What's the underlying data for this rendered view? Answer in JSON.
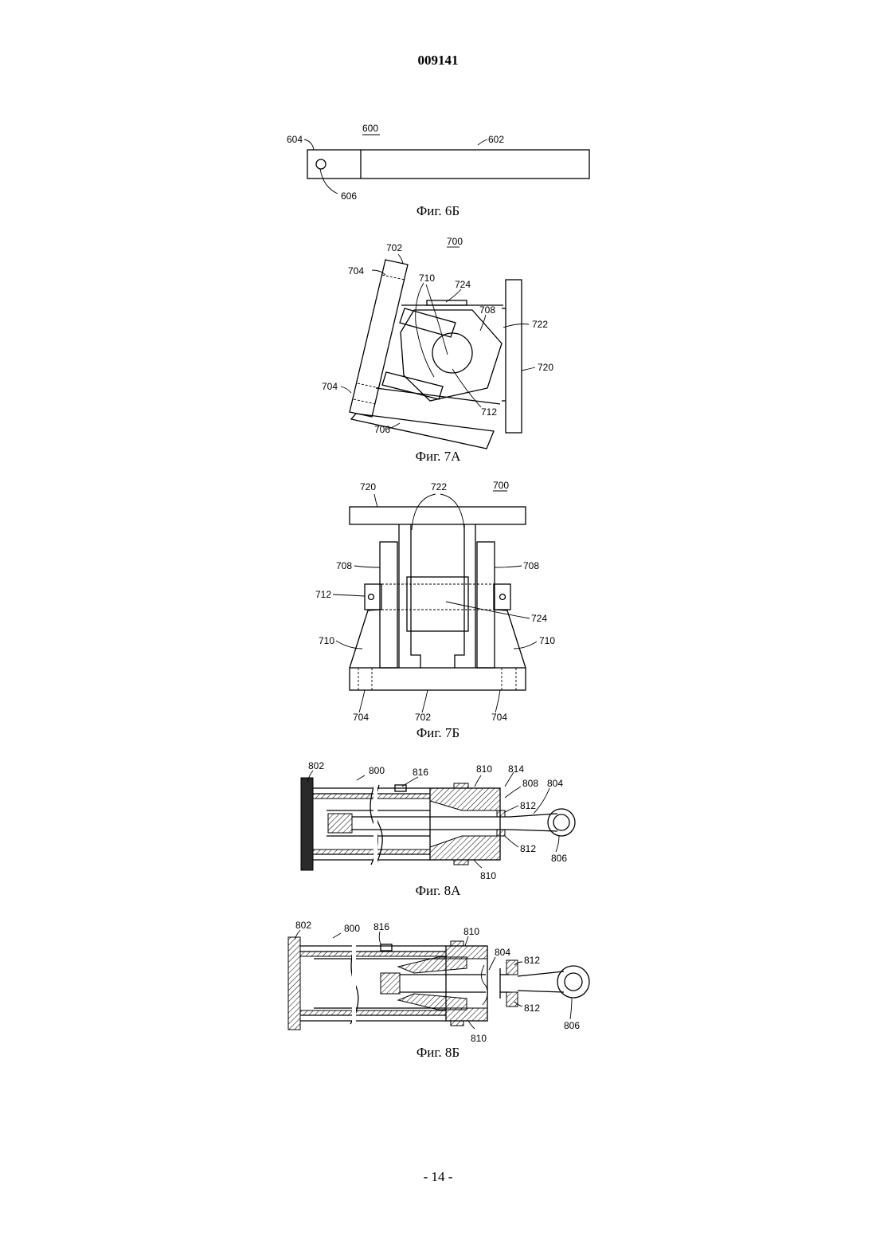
{
  "header": {
    "doc_number": "009141"
  },
  "footer": {
    "page_number": "- 14 -"
  },
  "fig6b": {
    "caption": "Фиг. 6Б",
    "labels": {
      "l600": "600",
      "l602": "602",
      "l604": "604",
      "l606": "606"
    }
  },
  "fig7a": {
    "caption": "Фиг. 7А",
    "labels": {
      "l700": "700",
      "l702": "702",
      "l704a": "704",
      "l704b": "704",
      "l706": "706",
      "l708": "708",
      "l710": "710",
      "l712": "712",
      "l720": "720",
      "l722": "722",
      "l724": "724"
    }
  },
  "fig7b": {
    "caption": "Фиг. 7Б",
    "labels": {
      "l700": "700",
      "l720": "720",
      "l722": "722",
      "l708a": "708",
      "l708b": "708",
      "l712": "712",
      "l724": "724",
      "l710a": "710",
      "l710b": "710",
      "l704a": "704",
      "l702": "702",
      "l704b": "704"
    }
  },
  "fig8a": {
    "caption": "Фиг. 8А",
    "labels": {
      "l802": "802",
      "l800": "800",
      "l816": "816",
      "l810a": "810",
      "l814": "814",
      "l808": "808",
      "l804": "804",
      "l812a": "812",
      "l812b": "812",
      "l806": "806",
      "l810b": "810"
    }
  },
  "fig8b": {
    "caption": "Фиг. 8Б",
    "labels": {
      "l802": "802",
      "l800": "800",
      "l816": "816",
      "l810a": "810",
      "l804": "804",
      "l812a": "812",
      "l812b": "812",
      "l806": "806",
      "l810b": "810"
    }
  }
}
